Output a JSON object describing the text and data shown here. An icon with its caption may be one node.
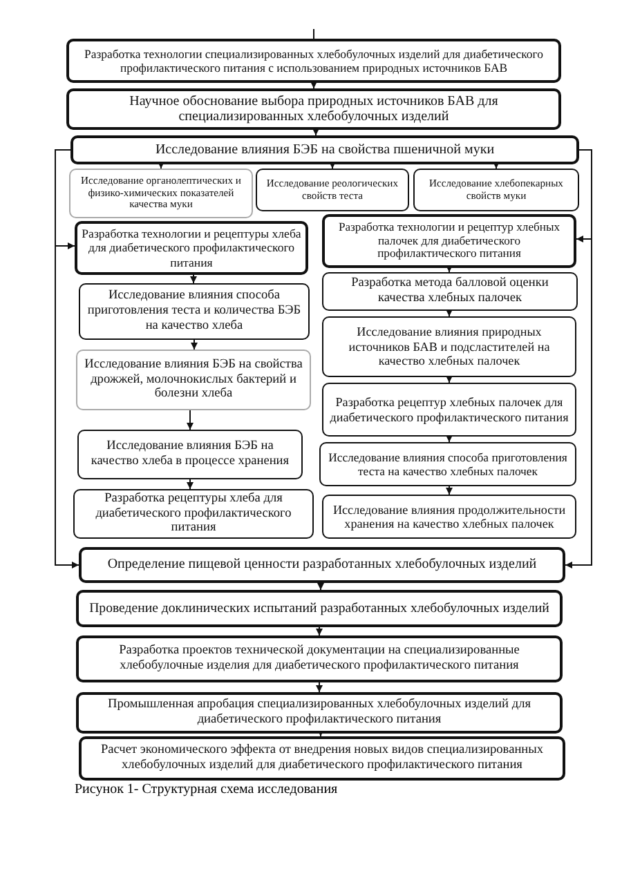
{
  "diagram": {
    "caption": "Рисунок 1- Структурная схема исследования",
    "nodes": [
      {
        "text": [
          "Разработка технологии специализированных хлебобулочных изделий для диабетического профилактического питания с использованием природных источников БАВ"
        ]
      },
      {
        "text": [
          "Научное обоснование выбора природных источников БАВ для специализированных хлебобулочных изделий"
        ]
      },
      {
        "text": [
          "Исследование влияния БЭБ на свойства пшеничной муки"
        ]
      },
      {
        "text": [
          "Исследование органолептических и физико-химических показателей качества муки"
        ]
      },
      {
        "text": [
          "Исследование реологических свойств теста"
        ]
      },
      {
        "text": [
          "Исследование хлебопекарных свойств муки"
        ]
      },
      {
        "text": [
          "Разработка технологии и рецептуры хлеба для диабетического профилактического питания"
        ]
      },
      {
        "text": [
          "Разработка технологии и рецептур хлебных палочек для диабетического профилактического питания"
        ]
      },
      {
        "text": [
          "Исследование влияния способа приготовления теста и количества БЭБ на качество хлеба"
        ]
      },
      {
        "text": [
          "Исследование влияния БЭБ на свойства дрожжей, молочнокислых бактерий и болезни хлеба"
        ]
      },
      {
        "text": [
          "Исследование влияния БЭБ на качество хлеба в процессе хранения"
        ]
      },
      {
        "text": [
          "Разработка рецептуры хлеба для диабетического профилактического питания"
        ]
      },
      {
        "text": [
          "Разработка метода балловой оценки качества хлебных палочек"
        ]
      },
      {
        "text": [
          "Исследование влияния природных источников БАВ и подсластителей на качество хлебных палочек"
        ]
      },
      {
        "text": [
          "Разработка рецептур хлебных палочек для диабетического профилактического питания"
        ]
      },
      {
        "text": [
          "Исследование влияния способа приготовления теста на качество хлебных палочек"
        ]
      },
      {
        "text": [
          "Исследование влияния продолжительности хранения на качество хлебных палочек"
        ]
      },
      {
        "text": [
          "Определение пищевой ценности разработанных хлебобулочных изделий"
        ]
      },
      {
        "text": [
          "Проведение доклинических испытаний разработанных хлебобулочных изделий"
        ]
      },
      {
        "text": [
          "Разработка проектов технической документации на специализированные хлебобулочные изделия для диабетического профилактического питания"
        ]
      },
      {
        "text": [
          "Промышленная апробация специализированных хлебобулочных изделий для диабетического профилактического питания"
        ]
      },
      {
        "text": [
          "Расчет экономического эффекта от внедрения новых видов специализированных хлебобулочных изделий для диабетического профилактического питания"
        ]
      }
    ],
    "edges": [
      {
        "from": null,
        "to": 0,
        "arrow": "none"
      },
      {
        "from": 0,
        "to": 1,
        "arrow": "to"
      },
      {
        "from": 1,
        "to": 2,
        "arrow": "to"
      },
      {
        "from": 2,
        "to": 3,
        "arrow": "to"
      },
      {
        "from": 2,
        "to": 4,
        "arrow": "to"
      },
      {
        "from": 2,
        "to": 5,
        "arrow": "to"
      },
      {
        "from": 2,
        "to": 6,
        "arrow": "to"
      },
      {
        "from": 2,
        "to": 17,
        "arrow": "to"
      },
      {
        "from": 2,
        "to": 7,
        "arrow": "to"
      },
      {
        "from": 2,
        "to": 17,
        "arrow": "to"
      },
      {
        "from": 6,
        "to": 8,
        "arrow": "to"
      },
      {
        "from": 8,
        "to": 9,
        "arrow": "to"
      },
      {
        "from": 9,
        "to": 10,
        "arrow": "to"
      },
      {
        "from": 10,
        "to": 11,
        "arrow": "to"
      },
      {
        "from": 7,
        "to": 12,
        "arrow": "to"
      },
      {
        "from": 12,
        "to": 13,
        "arrow": "to"
      },
      {
        "from": 13,
        "to": 14,
        "arrow": "to"
      },
      {
        "from": 14,
        "to": 15,
        "arrow": "to"
      },
      {
        "from": 15,
        "to": 16,
        "arrow": "to"
      },
      {
        "from": 17,
        "to": 18,
        "arrow": "to"
      },
      {
        "from": 18,
        "to": 19,
        "arrow": "to"
      },
      {
        "from": 19,
        "to": 20,
        "arrow": "to"
      },
      {
        "from": 20,
        "to": 21,
        "arrow": "to"
      }
    ]
  }
}
